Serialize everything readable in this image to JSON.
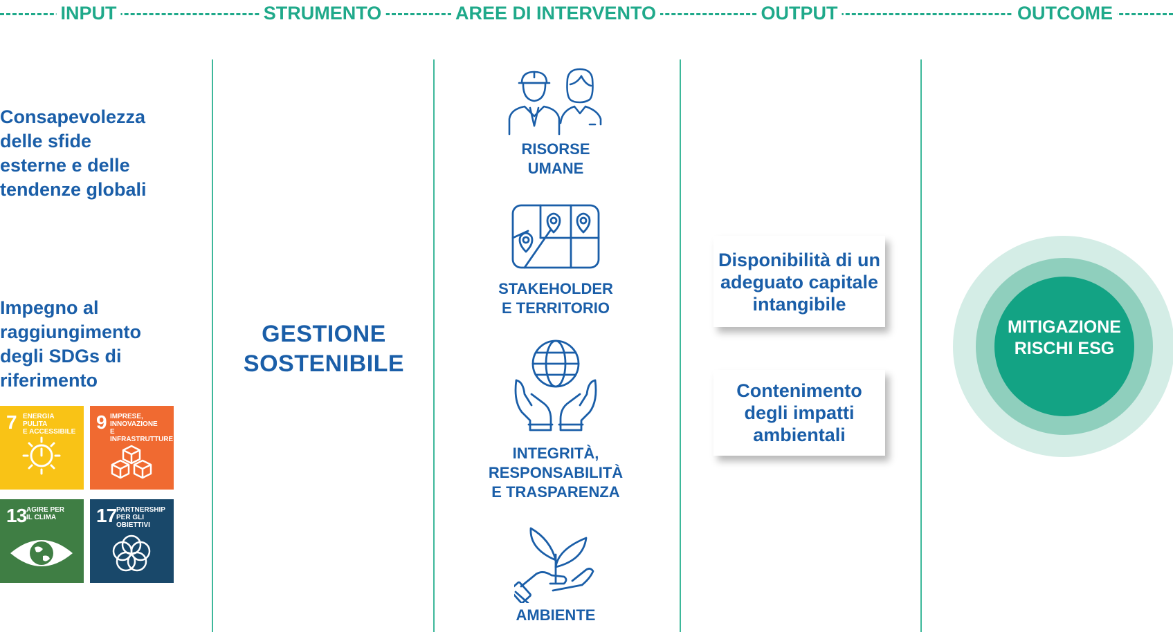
{
  "header": {
    "stages": [
      "INPUT",
      "STRUMENTO",
      "AREE DI INTERVENTO",
      "OUTPUT",
      "OUTCOME"
    ]
  },
  "input": {
    "text1": [
      "Consapevolezza",
      "delle sfide",
      "esterne e delle",
      "tendenze globali"
    ],
    "text2": [
      "Impegno al",
      "raggiungimento",
      "degli SDGs di",
      "riferimento"
    ],
    "sdgs": [
      {
        "number": "7",
        "label": [
          "ENERGIA PULITA",
          "E ACCESSIBILE"
        ],
        "color": "#f9c316",
        "icon": "sun-power-icon"
      },
      {
        "number": "9",
        "label": [
          "IMPRESE,",
          "INNOVAZIONE",
          "E INFRASTRUTTURE"
        ],
        "color": "#f06a31",
        "icon": "cubes-icon"
      },
      {
        "number": "13",
        "label": [
          "AGIRE PER",
          "IL CLIMA"
        ],
        "color": "#3f7e44",
        "icon": "eye-globe-icon"
      },
      {
        "number": "17",
        "label": [
          "PARTNERSHIP",
          "PER GLI OBIETTIVI"
        ],
        "color": "#19486a",
        "icon": "rings-icon"
      }
    ]
  },
  "strumento": {
    "title": [
      "GESTIONE",
      "SOSTENIBILE"
    ]
  },
  "aree": [
    {
      "label": [
        "RISORSE",
        "UMANE"
      ],
      "icon": "people-icon"
    },
    {
      "label": [
        "STAKEHOLDER",
        "E TERRITORIO"
      ],
      "icon": "map-pins-icon"
    },
    {
      "label": [
        "INTEGRITÀ,",
        "RESPONSABILITÀ",
        "E TRASPARENZA"
      ],
      "icon": "hands-globe-icon"
    },
    {
      "label": [
        "AMBIENTE"
      ],
      "icon": "hand-plant-icon"
    }
  ],
  "output": [
    {
      "lines": [
        "Disponibilità di un",
        "adeguato capitale",
        "intangibile"
      ]
    },
    {
      "lines": [
        "Contenimento",
        "degli impatti",
        "ambientali"
      ]
    }
  ],
  "outcome": {
    "lines": [
      "MITIGAZIONE",
      "RISCHI ESG"
    ]
  },
  "colors": {
    "accent_green": "#1fa98a",
    "text_blue": "#1a5ea8",
    "circle_dark": "#13a384"
  }
}
